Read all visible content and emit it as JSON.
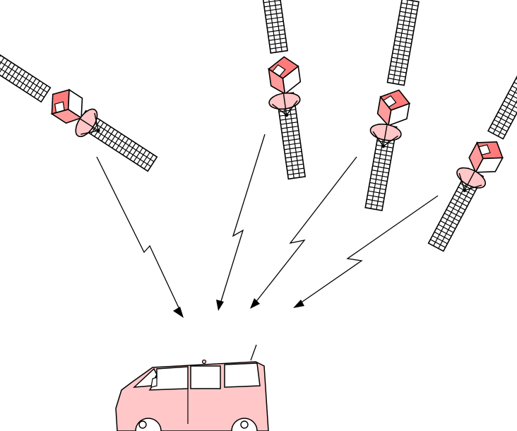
{
  "diagram": {
    "colors": {
      "body_fill": "#ffc7c7",
      "body_front": "#f06a6a",
      "stroke": "#000000",
      "background": "#ffffff"
    },
    "satellites": [
      {
        "name": "satellite-1"
      },
      {
        "name": "satellite-2"
      },
      {
        "name": "satellite-3"
      },
      {
        "name": "satellite-4"
      }
    ],
    "signals": [
      {
        "from": "satellite-1",
        "to": "vehicle"
      },
      {
        "from": "satellite-2",
        "to": "vehicle"
      },
      {
        "from": "satellite-3",
        "to": "vehicle"
      },
      {
        "from": "satellite-4",
        "to": "vehicle"
      }
    ],
    "vehicle": {
      "type": "van",
      "has_antenna": true
    }
  }
}
